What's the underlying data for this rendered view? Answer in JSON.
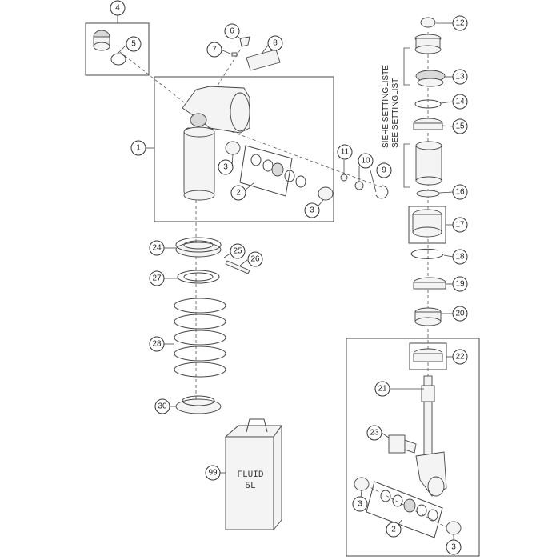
{
  "diagram": {
    "setting_note_de": "SIEHE SETTINGLISTE",
    "setting_note_en": "SEE SETTINGLIST",
    "fluid_can": {
      "line1": "FLUID",
      "line2": "5L"
    },
    "part_numbers": [
      "1",
      "2",
      "3",
      "4",
      "5",
      "6",
      "7",
      "8",
      "9",
      "10",
      "11",
      "12",
      "13",
      "14",
      "15",
      "16",
      "17",
      "18",
      "19",
      "20",
      "21",
      "22",
      "23",
      "24",
      "25",
      "26",
      "27",
      "28",
      "30",
      "99"
    ],
    "repeated_labels": {
      "left_2": "2",
      "left_3a": "3",
      "left_3b": "3",
      "right_2": "2",
      "right_3a": "3",
      "right_3b": "3"
    }
  }
}
